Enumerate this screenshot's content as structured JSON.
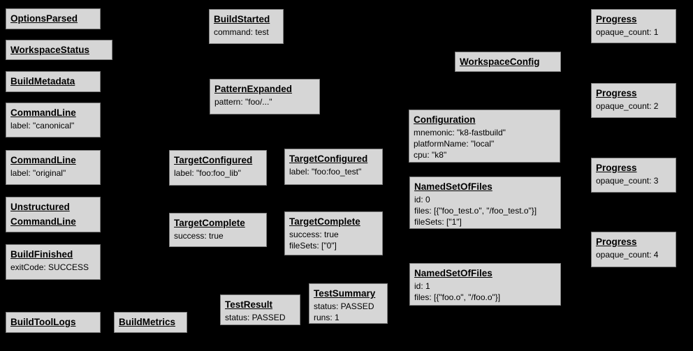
{
  "diagram": {
    "background_color": "#000000",
    "node_fill_color": "#d6d6d6",
    "node_border_color": "#7f7f7f",
    "text_color": "#000000",
    "nodes": {
      "options_parsed": {
        "title": "OptionsParsed"
      },
      "workspace_status": {
        "title": "WorkspaceStatus"
      },
      "build_metadata": {
        "title": "BuildMetadata"
      },
      "command_line_canonical": {
        "title": "CommandLine",
        "attrs": [
          "label: \"canonical\""
        ]
      },
      "command_line_original": {
        "title": "CommandLine",
        "attrs": [
          "label: \"original\""
        ]
      },
      "unstructured_command_line": {
        "title_lines": [
          "Unstructured",
          "CommandLine"
        ]
      },
      "build_finished": {
        "title": "BuildFinished",
        "attrs": [
          "exitCode: SUCCESS"
        ]
      },
      "build_tool_logs": {
        "title": "BuildToolLogs"
      },
      "build_metrics": {
        "title": "BuildMetrics"
      },
      "build_started": {
        "title": "BuildStarted",
        "attrs": [
          "command: test"
        ]
      },
      "pattern_expanded": {
        "title": "PatternExpanded",
        "attrs": [
          "pattern: \"foo/...\""
        ]
      },
      "target_configured_lib": {
        "title": "TargetConfigured",
        "attrs": [
          "label: \"foo:foo_lib\""
        ]
      },
      "target_configured_test": {
        "title": "TargetConfigured",
        "attrs": [
          "label: \"foo:foo_test\""
        ]
      },
      "target_complete_lib": {
        "title": "TargetComplete",
        "attrs": [
          "success: true"
        ]
      },
      "target_complete_test": {
        "title": "TargetComplete",
        "attrs": [
          "success: true",
          "fileSets: [\"0\"]"
        ]
      },
      "test_result": {
        "title": "TestResult",
        "attrs": [
          "status: PASSED"
        ]
      },
      "test_summary": {
        "title": "TestSummary",
        "attrs": [
          "status: PASSED",
          "runs: 1"
        ]
      },
      "workspace_config": {
        "title": "WorkspaceConfig"
      },
      "configuration": {
        "title": "Configuration",
        "attrs": [
          "mnemonic: \"k8-fastbuild\"",
          "platformName: \"local\"",
          "cpu: \"k8\""
        ]
      },
      "named_set_0": {
        "title": "NamedSetOfFiles",
        "attrs": [
          "id: 0",
          "files: [{\"foo_test.o\", \"/foo_test.o\"}]",
          "fileSets: [\"1\"]"
        ]
      },
      "named_set_1": {
        "title": "NamedSetOfFiles",
        "attrs": [
          "id: 1",
          "files: [{\"foo.o\", \"/foo.o\"}]"
        ]
      },
      "progress_1": {
        "title": "Progress",
        "attrs": [
          "opaque_count: 1"
        ]
      },
      "progress_2": {
        "title": "Progress",
        "attrs": [
          "opaque_count: 2"
        ]
      },
      "progress_3": {
        "title": "Progress",
        "attrs": [
          "opaque_count: 3"
        ]
      },
      "progress_4": {
        "title": "Progress",
        "attrs": [
          "opaque_count: 4"
        ]
      }
    }
  }
}
